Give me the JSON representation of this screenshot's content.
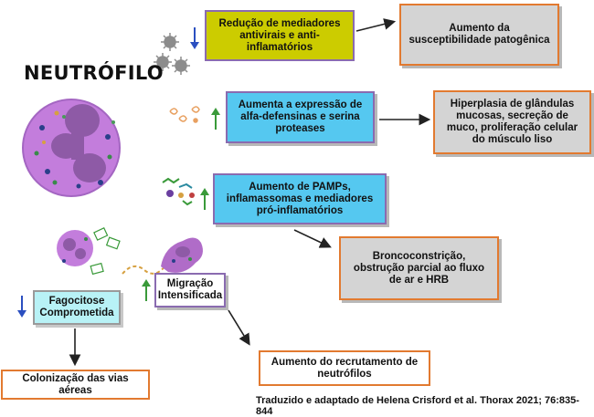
{
  "title": "NEUTRÓFILO",
  "boxes": {
    "reducao": "Redução de mediadores antivirais e anti-inflamatórios",
    "suscept": "Aumento da susceptibilidade patogênica",
    "alfa": "Aumenta a expressão de alfa-defensinas e serina proteases",
    "hiperplasia": "Hiperplasia de glândulas mucosas, secreção de muco, proliferação celular do músculo liso",
    "pamps": "Aumento de PAMPs, inflamassomas e mediadores pró-inflamatórios",
    "bronco": "Broncoconstrição, obstrução parcial ao fluxo de ar e HRB",
    "fagocitose": "Fagocitose Comprometida",
    "migracao": "Migração Intensificada",
    "recrutamento": "Aumento do recrutamento de neutrófilos",
    "colonizacao": "Colonização das vias aéreas"
  },
  "source": "Traduzido e adaptado de Helena Crisford et al. Thorax 2021; 76:835-844",
  "colors": {
    "yellow_box": "#cccc00",
    "grey_box": "#d4d4d4",
    "blue_box": "#55c8f0",
    "cyan_box": "#b8f2f6",
    "orange_border": "#e27a30",
    "purple_border": "#8a6bb0",
    "arrow_down": "#2b4fc0",
    "arrow_up": "#3a9a3a",
    "neutrophil": "#c37ddc",
    "nucleus": "#8e5aa6"
  },
  "icons": [
    "virus-icon",
    "neutrophil-cell",
    "peptide-icon",
    "pamp-molecules-icon",
    "phagocyte-cell",
    "migrating-neutrophil"
  ]
}
